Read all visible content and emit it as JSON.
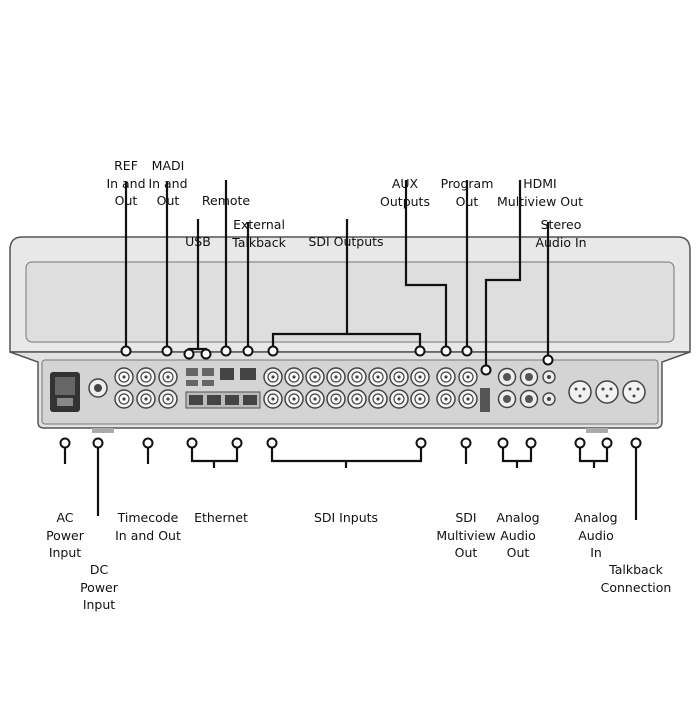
{
  "labels_top": {
    "ref": [
      "REF",
      "In and",
      "Out"
    ],
    "madi": [
      "MADI",
      "In and",
      "Out"
    ],
    "remote": [
      "Remote"
    ],
    "usb": [
      "USB"
    ],
    "ext_talkback": [
      "External",
      "Talkback"
    ],
    "sdi_outputs": [
      "SDI Outputs"
    ],
    "aux": [
      "AUX",
      "Outputs"
    ],
    "program": [
      "Program",
      "Out"
    ],
    "hdmi": [
      "HDMI",
      "Multiview Out"
    ],
    "stereo": [
      "Stereo",
      "Audio In"
    ]
  },
  "labels_bottom": {
    "ac": [
      "AC",
      "Power",
      "Input"
    ],
    "dc": [
      "DC",
      "Power",
      "Input"
    ],
    "timecode": [
      "Timecode",
      "In and Out"
    ],
    "ethernet": [
      "Ethernet"
    ],
    "sdi_inputs": [
      "SDI Inputs"
    ],
    "sdi_multiview": [
      "SDI",
      "Multiview",
      "Out"
    ],
    "analog_out": [
      "Analog",
      "Audio",
      "Out"
    ],
    "analog_in": [
      "Analog",
      "Audio",
      "In"
    ],
    "talkback": [
      "Talkback",
      "Connection"
    ]
  },
  "colors": {
    "line": "#111111",
    "body": "#e6e6e6",
    "panel": "#d9d9d9",
    "outline": "#555555"
  }
}
